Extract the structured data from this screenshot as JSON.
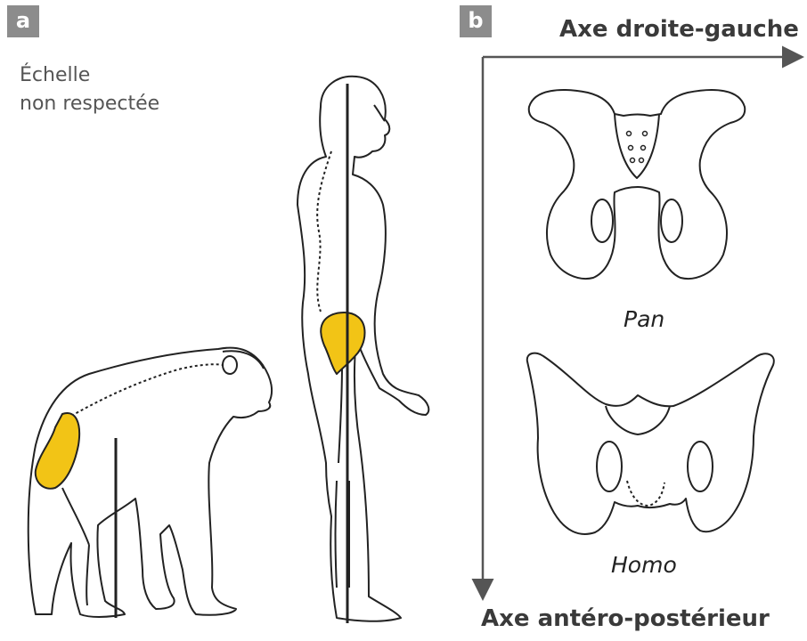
{
  "panels": {
    "a": {
      "tag": "a",
      "note_line1": "Échelle",
      "note_line2": "non respectée"
    },
    "b": {
      "tag": "b",
      "axis_horizontal": "Axe droite-gauche",
      "axis_vertical": "Axe antéro-postérieur",
      "species_top": "Pan",
      "species_bottom": "Homo"
    }
  },
  "colors": {
    "tag_bg": "#8c8c8c",
    "highlight": "#f2c416",
    "line": "#222222",
    "axis": "#555555"
  }
}
